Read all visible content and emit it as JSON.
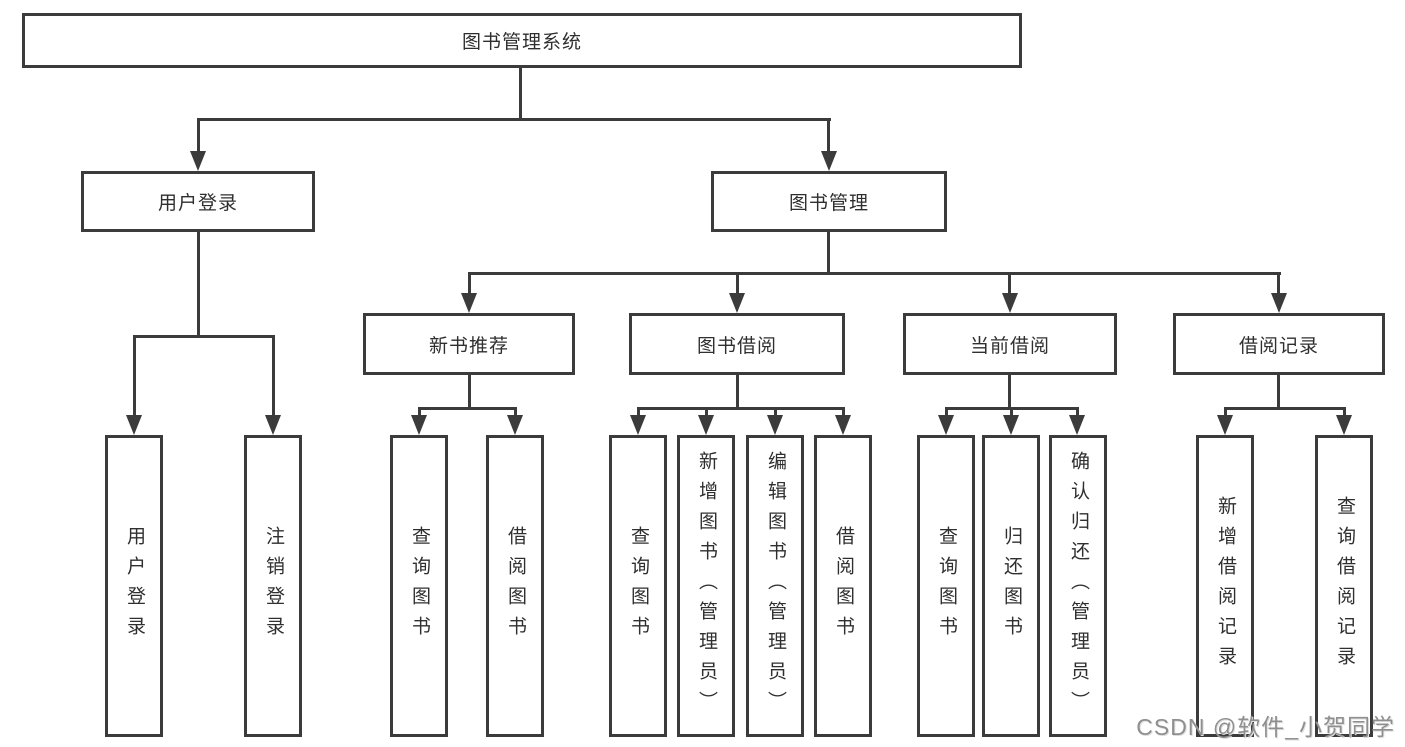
{
  "tree": {
    "root": {
      "label": "图书管理系统"
    },
    "branches": [
      {
        "label": "用户登录",
        "children": [
          "用户登录",
          "注销登录"
        ]
      },
      {
        "label": "图书管理",
        "sections": [
          {
            "label": "新书推荐",
            "children": [
              "查询图书",
              "借阅图书"
            ]
          },
          {
            "label": "图书借阅",
            "children": [
              "查询图书",
              "新增图书（管理员）",
              "编辑图书（管理员）",
              "借阅图书"
            ]
          },
          {
            "label": "当前借阅",
            "children": [
              "查询图书",
              "归还图书",
              "确认归还（管理员）"
            ]
          },
          {
            "label": "借阅记录",
            "children": [
              "新增借阅记录",
              "查询借阅记录"
            ]
          }
        ]
      }
    ]
  },
  "watermark": {
    "text": "CSDN @软件_小贺同学"
  },
  "colors": {
    "line": "#3b3b3b",
    "text": "#2f2f2f",
    "watermark": "#8f8f8f",
    "background": "#ffffff"
  }
}
